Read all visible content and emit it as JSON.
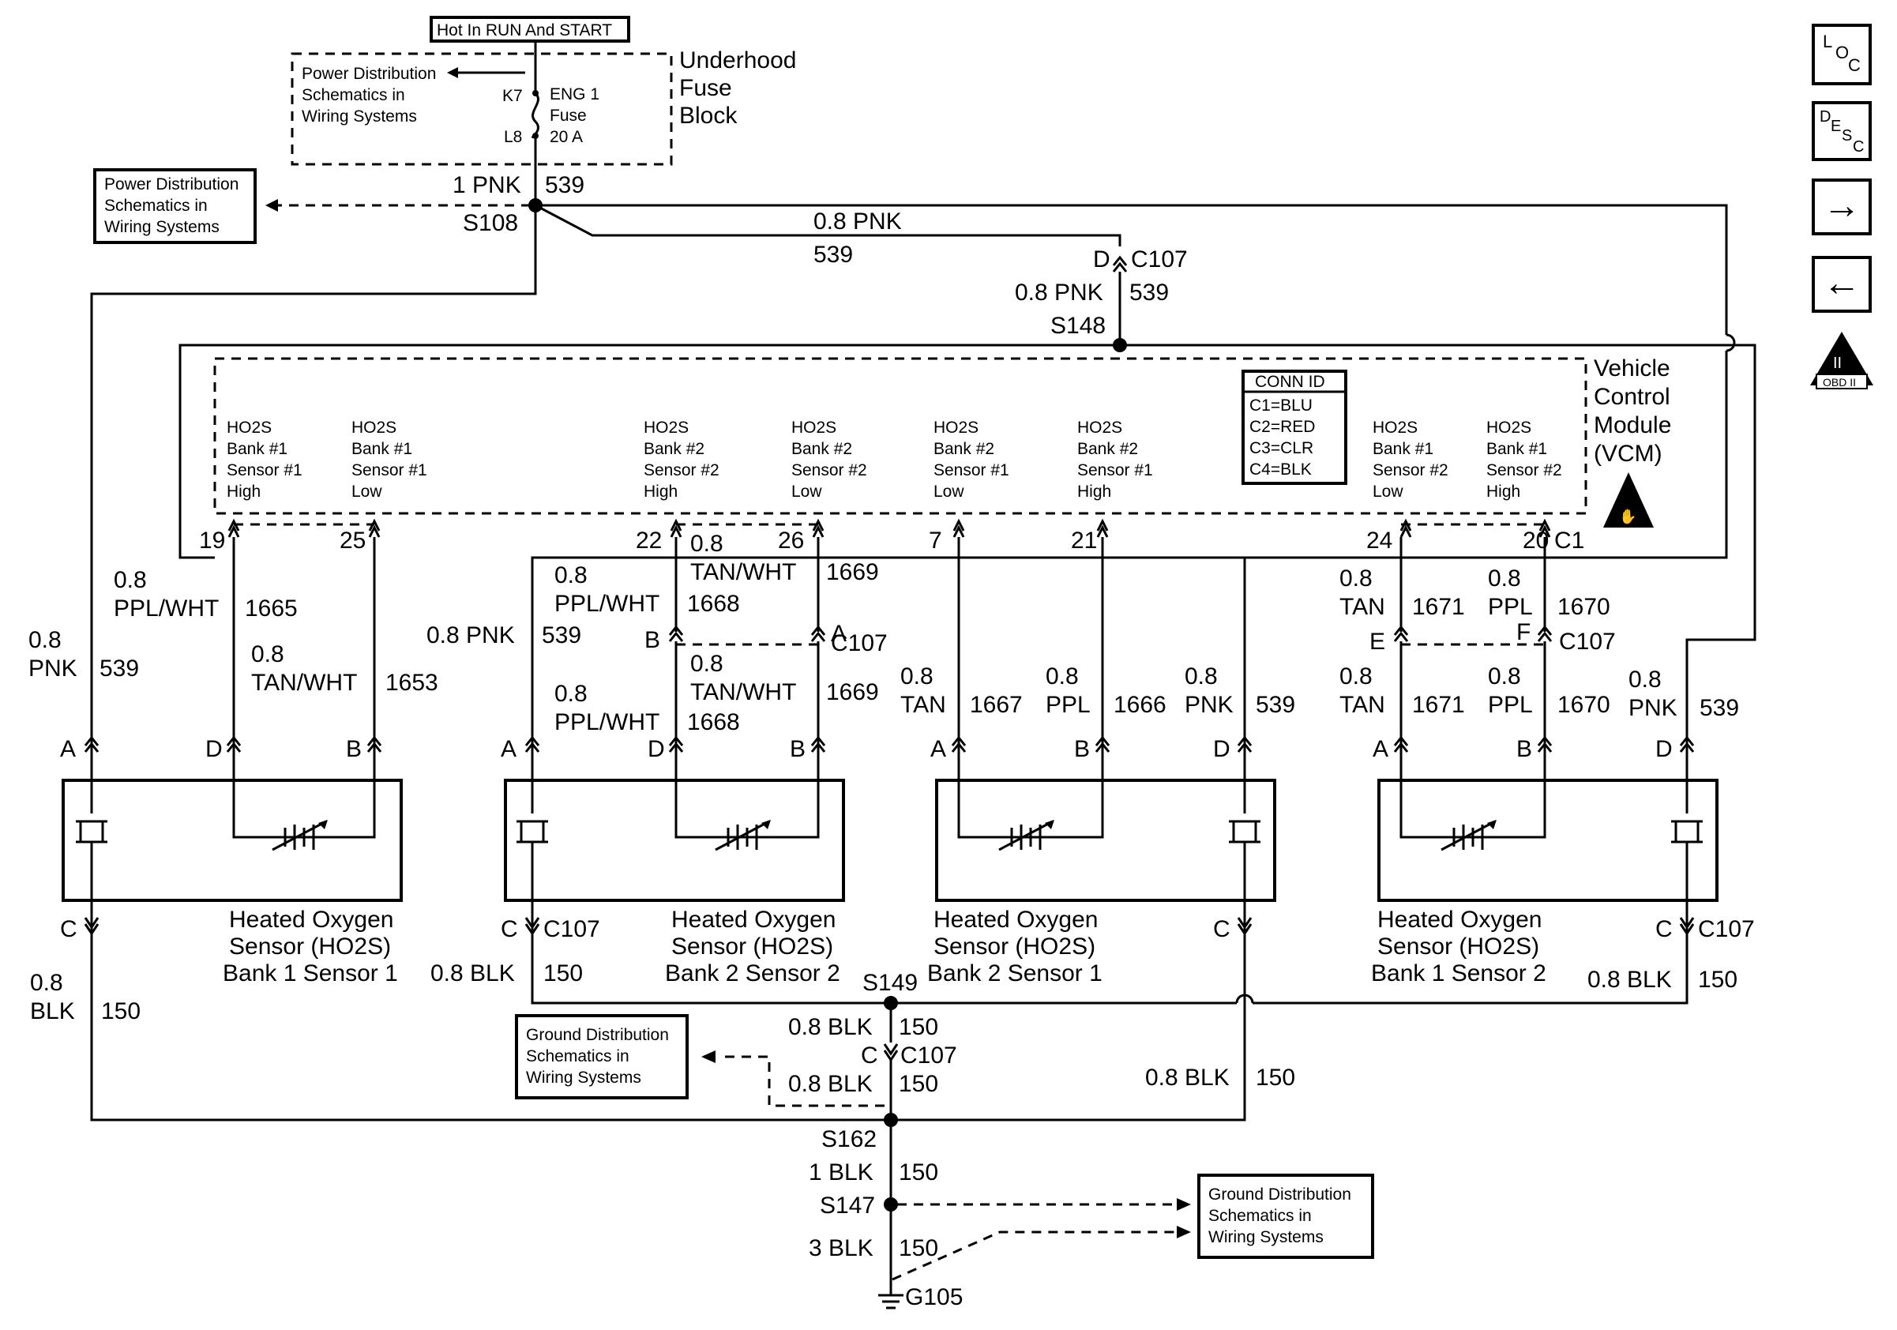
{
  "power": {
    "hot_label": "Hot In RUN And START",
    "pd_ref_top": [
      "Power Distribution",
      "Schematics in",
      "Wiring Systems"
    ],
    "pd_ref_left": [
      "Power Distribution",
      "Schematics in",
      "Wiring Systems"
    ],
    "fuse_block": [
      "Underhood",
      "Fuse",
      "Block"
    ],
    "k7": "K7",
    "l8": "L8",
    "fuse_name": [
      "ENG 1",
      "Fuse",
      "20 A"
    ],
    "wire_1pnk": "1 PNK",
    "circuit_539": "539",
    "s108": "S108",
    "w08pnk_top": "0.8 PNK",
    "c539_top": "539",
    "c107_d": "D",
    "c107": "C107",
    "s148_wire": "0.8 PNK",
    "s148_539": "539",
    "s148": "S148"
  },
  "vcm": {
    "title": [
      "Vehicle",
      "Control",
      "Module",
      "(VCM)"
    ],
    "conn_id": [
      "CONN ID",
      "C1=BLU",
      "C2=RED",
      "C3=CLR",
      "C4=BLK"
    ],
    "pins": [
      {
        "lines": [
          "HO2S",
          "Bank #1",
          "Sensor #1",
          "High"
        ],
        "num": "19"
      },
      {
        "lines": [
          "HO2S",
          "Bank #1",
          "Sensor #1",
          "Low"
        ],
        "num": "25"
      },
      {
        "lines": [
          "HO2S",
          "Bank #2",
          "Sensor #2",
          "High"
        ],
        "num": "22"
      },
      {
        "lines": [
          "HO2S",
          "Bank #2",
          "Sensor #2",
          "Low"
        ],
        "num": "26"
      },
      {
        "lines": [
          "HO2S",
          "Bank #2",
          "Sensor #1",
          "Low"
        ],
        "num": "7"
      },
      {
        "lines": [
          "HO2S",
          "Bank #2",
          "Sensor #1",
          "High"
        ],
        "num": "21"
      },
      {
        "lines": [
          "HO2S",
          "Bank #1",
          "Sensor #2",
          "Low"
        ],
        "num": "24"
      },
      {
        "lines": [
          "HO2S",
          "Bank #1",
          "Sensor #2",
          "High"
        ],
        "num": "20"
      }
    ],
    "c1": "C1"
  },
  "wires": {
    "w1": [
      "0.8",
      "PNK",
      "539"
    ],
    "w2": [
      "0.8",
      "PPL/WHT",
      "1665"
    ],
    "w3": [
      "0.8",
      "TAN/WHT",
      "1653"
    ],
    "w4": [
      "0.8 PNK",
      "539"
    ],
    "w5": [
      "0.8",
      "PPL/WHT",
      "1668"
    ],
    "w6": [
      "0.8",
      "TAN/WHT",
      "1669"
    ],
    "w7": [
      "0.8",
      "PPL/WHT",
      "1668"
    ],
    "w8": [
      "0.8",
      "TAN/WHT",
      "1669"
    ],
    "w9": [
      "0.8",
      "TAN",
      "1667"
    ],
    "w10": [
      "0.8",
      "PPL",
      "1666"
    ],
    "w11": [
      "0.8",
      "PNK",
      "539"
    ],
    "w12": [
      "0.8",
      "TAN",
      "1671"
    ],
    "w13": [
      "0.8",
      "PPL",
      "1670"
    ],
    "w14": [
      "0.8",
      "TAN",
      "1671"
    ],
    "w15": [
      "0.8",
      "PPL",
      "1670"
    ],
    "w16": [
      "0.8",
      "PNK",
      "539"
    ],
    "c107_b": "B",
    "c107_a": "A",
    "c107_e": "E",
    "c107_f": "F",
    "c107": "C107"
  },
  "sensors": [
    {
      "name": [
        "Heated Oxygen",
        "Sensor (HO2S)",
        "Bank 1 Sensor 1"
      ],
      "pins": [
        "D",
        "B",
        "A",
        "C"
      ]
    },
    {
      "name": [
        "Heated Oxygen",
        "Sensor (HO2S)",
        "Bank 2 Sensor 2"
      ],
      "pins": [
        "D",
        "B",
        "A",
        "C"
      ]
    },
    {
      "name": [
        "Heated Oxygen",
        "Sensor (HO2S)",
        "Bank 2 Sensor 1"
      ],
      "pins": [
        "A",
        "B",
        "D",
        "C"
      ]
    },
    {
      "name": [
        "Heated Oxygen",
        "Sensor (HO2S)",
        "Bank 1 Sensor 2"
      ],
      "pins": [
        "A",
        "B",
        "D",
        "C"
      ]
    }
  ],
  "ground": {
    "w_left": [
      "0.8",
      "BLK",
      "150"
    ],
    "w_s2": [
      "0.8 BLK",
      "150"
    ],
    "w_s4": [
      "0.8 BLK",
      "150"
    ],
    "w_s3": [
      "0.8 BLK",
      "150"
    ],
    "s149": "S149",
    "w_s149": [
      "0.8 BLK",
      "150"
    ],
    "c107_c": "C",
    "c107": "C107",
    "w_c107": [
      "0.8 BLK",
      "150"
    ],
    "gd_ref1": [
      "Ground Distribution",
      "Schematics in",
      "Wiring Systems"
    ],
    "s162": "S162",
    "w_s162": [
      "1 BLK",
      "150"
    ],
    "s147": "S147",
    "w_s147": [
      "3 BLK",
      "150"
    ],
    "g105": "G105",
    "gd_ref2": [
      "Ground Distribution",
      "Schematics in",
      "Wiring Systems"
    ]
  },
  "nav": {
    "loc": [
      "L",
      "O",
      "C"
    ],
    "desc": [
      "D",
      "E",
      "S",
      "C"
    ],
    "next": "→",
    "prev": "←",
    "obd": [
      "II",
      "OBD II"
    ]
  }
}
